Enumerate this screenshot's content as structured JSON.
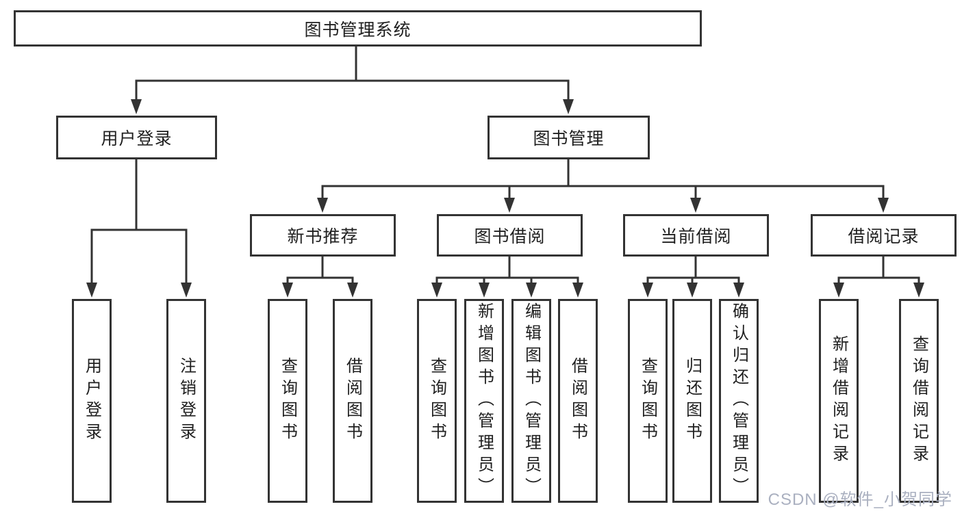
{
  "diagram": {
    "title": "图书管理系统",
    "branches": {
      "user_login": {
        "label": "用户登录",
        "children": {
          "login": "用户登录",
          "logout": "注销登录"
        }
      },
      "book_management": {
        "label": "图书管理",
        "children": {
          "new_book_recommend": {
            "label": "新书推荐",
            "children": {
              "query_books": "查询图书",
              "borrow_books": "借阅图书"
            }
          },
          "book_borrow": {
            "label": "图书借阅",
            "children": {
              "query_books": "查询图书",
              "add_books_admin": "新增图书（管理员）",
              "edit_books_admin": "编辑图书（管理员）",
              "borrow_books": "借阅图书"
            }
          },
          "current_borrow": {
            "label": "当前借阅",
            "children": {
              "query_books": "查询图书",
              "return_books": "归还图书",
              "confirm_return_admin": "确认归还（管理员）"
            }
          },
          "borrow_records": {
            "label": "借阅记录",
            "children": {
              "add_record": "新增借阅记录",
              "query_record": "查询借阅记录"
            }
          }
        }
      }
    }
  },
  "watermark": {
    "text": "CSDN @软件_小贺同学"
  },
  "colors": {
    "line": "#333333",
    "text": "#1f1f1f",
    "watermark": "#aab0c0",
    "background": "#ffffff"
  }
}
